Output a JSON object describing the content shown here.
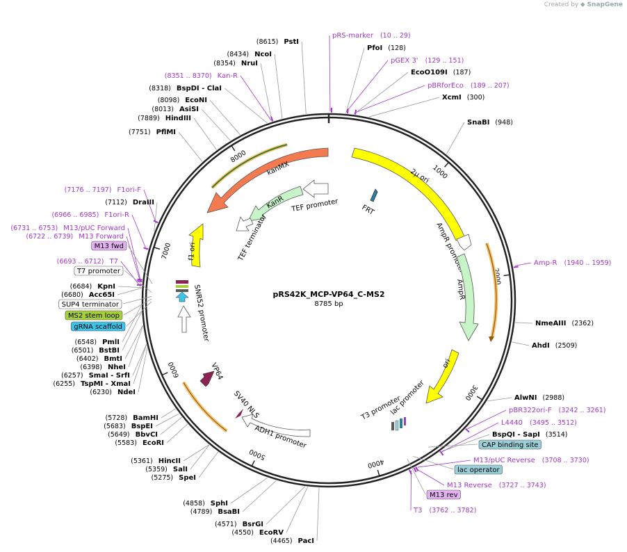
{
  "credit": {
    "prefix": "Created by",
    "brand": "SnapGene"
  },
  "plasmid": {
    "name": "pRS42K_MCP-VP64_C-MS2",
    "length": "8785 bp"
  },
  "ticks": [
    "1000",
    "2000",
    "3000",
    "4000",
    "5000",
    "6000",
    "7000",
    "8000"
  ],
  "sites_right": [
    {
      "name": "PfoI",
      "pos": "(128)"
    },
    {
      "name": "EcoO109I",
      "pos": "(187)"
    },
    {
      "name": "XcmI",
      "pos": "(300)"
    },
    {
      "name": "SnaBI",
      "pos": "(948)"
    },
    {
      "name": "NmeAIII",
      "pos": "(2362)"
    },
    {
      "name": "AhdI",
      "pos": "(2509)"
    },
    {
      "name": "AlwNI",
      "pos": "(2988)"
    },
    {
      "name": "BspQI - SapI",
      "pos": "(3514)"
    }
  ],
  "sites_left": [
    {
      "name": "PstI",
      "pos": "(8615)"
    },
    {
      "name": "NcoI",
      "pos": "(8434)"
    },
    {
      "name": "NruI",
      "pos": "(8354)"
    },
    {
      "name": "BspDI - ClaI",
      "pos": "(8318)"
    },
    {
      "name": "EcoNI",
      "pos": "(8098)"
    },
    {
      "name": "AsiSI",
      "pos": "(8013)"
    },
    {
      "name": "HindIII",
      "pos": "(7889)"
    },
    {
      "name": "PflMI",
      "pos": "(7751)"
    },
    {
      "name": "DraIII",
      "pos": "(7112)"
    },
    {
      "name": "KpnI",
      "pos": "(6684)"
    },
    {
      "name": "Acc65I",
      "pos": "(6680)"
    },
    {
      "name": "PmlI",
      "pos": "(6548)"
    },
    {
      "name": "BstBI",
      "pos": "(6501)"
    },
    {
      "name": "BmtI",
      "pos": "(6402)"
    },
    {
      "name": "NheI",
      "pos": "(6398)"
    },
    {
      "name": "SmaI - SrfI",
      "pos": "(6257)"
    },
    {
      "name": "TspMI - XmaI",
      "pos": "(6255)"
    },
    {
      "name": "NdeI",
      "pos": "(6230)"
    },
    {
      "name": "BamHI",
      "pos": "(5728)"
    },
    {
      "name": "BspEI",
      "pos": "(5683)"
    },
    {
      "name": "BbvCI",
      "pos": "(5649)"
    },
    {
      "name": "EcoRI",
      "pos": "(5583)"
    },
    {
      "name": "HincII",
      "pos": "(5361)"
    },
    {
      "name": "SalI",
      "pos": "(5359)"
    },
    {
      "name": "SpeI",
      "pos": "(5275)"
    },
    {
      "name": "SphI",
      "pos": "(4858)"
    },
    {
      "name": "BsaBI",
      "pos": "(4789)"
    },
    {
      "name": "BsrGI",
      "pos": "(4571)"
    },
    {
      "name": "EcoRV",
      "pos": "(4550)"
    },
    {
      "name": "PacI",
      "pos": "(4465)"
    }
  ],
  "primers_right": [
    {
      "name": "pRS-marker",
      "range": "(10 .. 29)"
    },
    {
      "name": "pGEX 3'",
      "range": "(129 .. 151)"
    },
    {
      "name": "pBRforEco",
      "range": "(189 .. 207)"
    },
    {
      "name": "Amp-R",
      "range": "(1940 .. 1959)"
    },
    {
      "name": "pBR322ori-F",
      "range": "(3242 .. 3261)"
    },
    {
      "name": "L4440",
      "range": "(3495 .. 3512)"
    },
    {
      "name": "M13/pUC Reverse",
      "range": "(3708 .. 3730)"
    },
    {
      "name": "M13 Reverse",
      "range": "(3727 .. 3743)"
    },
    {
      "name": "T3",
      "range": "(3762 .. 3782)"
    }
  ],
  "primers_left": [
    {
      "name": "Kan-R",
      "range": "(8351 .. 8370)"
    },
    {
      "name": "F1ori-F",
      "range": "(7176 .. 7197)"
    },
    {
      "name": "F1ori-R",
      "range": "(6966 .. 6985)"
    },
    {
      "name": "M13/pUC Forward",
      "range": "(6731 .. 6753)"
    },
    {
      "name": "M13 Forward",
      "range": "(6722 .. 6739)"
    },
    {
      "name": "T7",
      "range": "(6693 .. 6712)"
    }
  ],
  "boxed_labels": [
    {
      "name": "M13 fwd",
      "color": "#e2b2f0"
    },
    {
      "name": "T7 promoter",
      "color": "#ffffff"
    },
    {
      "name": "SUP4 terminator",
      "color": "#ffffff"
    },
    {
      "name": "MS2 stem loop",
      "color": "#a6cf3a"
    },
    {
      "name": "gRNA scaffold",
      "color": "#3cc3e8"
    },
    {
      "name": "CAP binding site",
      "color": "#9bcfd8"
    },
    {
      "name": "lac operator",
      "color": "#9bcfd8"
    },
    {
      "name": "M13 rev",
      "color": "#e2b2f0"
    }
  ],
  "features": {
    "kanMX": "kanMX",
    "two_mu_ori": "2µ ori",
    "KanR": "KanR",
    "TEF_promoter": "TEF promoter",
    "TEF_terminator": "TEF terminator",
    "FRT": "FRT",
    "f1_ori": "f1 ori",
    "AmpR_promoter": "AmpR promoter",
    "AmpR": "AmpR",
    "SNR52_promoter": "SNR52 promoter",
    "VP64": "VP64",
    "SV40_NLS": "SV40 NLS",
    "ori": "ori",
    "T3_promoter": "T3 promoter",
    "lac_promoter": "lac promoter",
    "ADH1_promoter": "ADH1 promoter"
  },
  "colors": {
    "kanMX": "#f47a50",
    "two_mu_ori": "#ffff00",
    "KanR": "#c8f5c8",
    "AmpR": "#c8f5c8",
    "f1_ori": "#ffff00",
    "ori": "#ffff00",
    "VP64": "#8b2252",
    "SV40_NLS": "#8b2252",
    "primer": "#a236c9",
    "ring": "#222222",
    "orange_line": "#f7c06a"
  }
}
